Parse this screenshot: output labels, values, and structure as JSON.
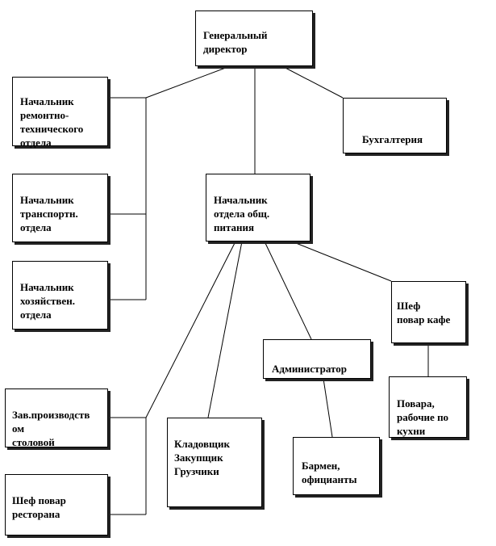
{
  "org": {
    "ceo": "Генеральный\n    директор",
    "repair_head": "Начальник\nремонтно-\nтехнического\nотдела",
    "accounting": "Бухгалтерия",
    "transport_head": "Начальник\nтранспортн.\nотдела",
    "catering_head": "Начальник\nотдела общ.\nпитания",
    "household_head": "Начальник\nхозяйствен.\nотдела",
    "cafe_chef": "    Шеф\nповар кафе",
    "administrator": "Администратор",
    "cooks": "Повара,\nрабочие по\nкухни",
    "canteen_manager": "Зав.производств\nом\nстоловой",
    "storekeeper": "Кладовщик\nЗакупщик\nГрузчики",
    "bartenders": "Бармен,\nофицианты",
    "restaurant_chef": "Шеф  повар\nресторана"
  }
}
